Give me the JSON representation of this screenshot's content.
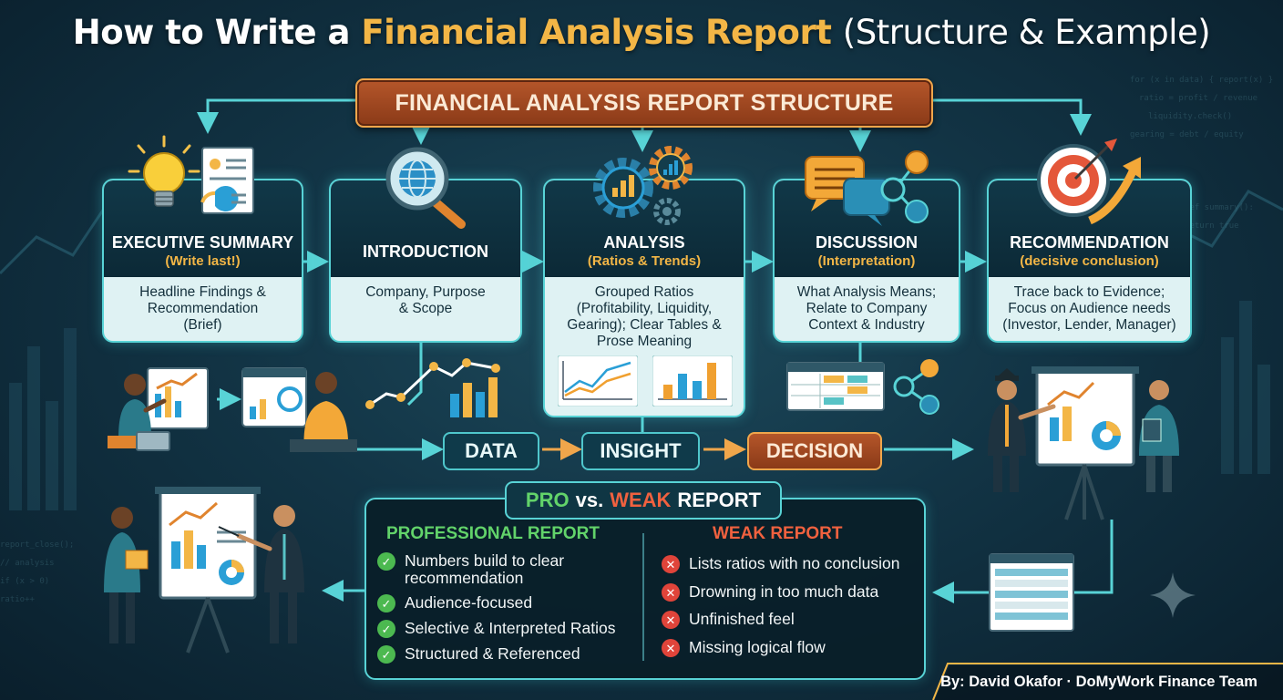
{
  "title": {
    "prefix": "How to Write a",
    "accent": "Financial Analysis Report",
    "suffix": "(Structure & Example)"
  },
  "banner": "FINANCIAL ANALYSIS REPORT STRUCTURE",
  "sections": [
    {
      "title": "EXECUTIVE SUMMARY",
      "subtitle": "(Write last!)",
      "body": [
        "Headline Findings &",
        "Recommendation",
        "(Brief)"
      ],
      "icons": [
        "lightbulb-icon",
        "document-icon"
      ]
    },
    {
      "title": "INTRODUCTION",
      "subtitle": "",
      "body": [
        "Company, Purpose",
        "& Scope"
      ],
      "icons": [
        "globe-magnifier-icon"
      ]
    },
    {
      "title": "ANALYSIS",
      "subtitle": "(Ratios & Trends)",
      "body": [
        "Grouped Ratios",
        "(Profitability, Liquidity,",
        "Gearing); Clear Tables &",
        "Prose Meaning"
      ],
      "icons": [
        "gears-chart-icon",
        "line-chart-icon",
        "bar-chart-icon"
      ]
    },
    {
      "title": "DISCUSSION",
      "subtitle": "(Interpretation)",
      "body": [
        "What Analysis Means;",
        "Relate to Company",
        "Context & Industry"
      ],
      "icons": [
        "speech-bubbles-icon",
        "network-icon"
      ]
    },
    {
      "title": "RECOMMENDATION",
      "subtitle": "(decisive conclusion)",
      "body": [
        "Trace back to Evidence;",
        "Focus on Audience needs",
        "(Investor, Lender, Manager)"
      ],
      "icons": [
        "target-arrow-icon"
      ]
    }
  ],
  "flow": [
    "DATA",
    "INSIGHT",
    "DECISION"
  ],
  "comparison": {
    "title_pro": "PRO",
    "title_vs": "vs.",
    "title_weak": "WEAK",
    "title_report": "REPORT",
    "professional": {
      "heading": "PROFESSIONAL REPORT",
      "items": [
        [
          "Numbers build to clear",
          "recommendation"
        ],
        [
          "Audience-focused"
        ],
        [
          "Selective & Interpreted Ratios"
        ],
        [
          "Structured & Referenced"
        ]
      ]
    },
    "weak": {
      "heading": "WEAK REPORT",
      "items": [
        "Lists ratios with no conclusion",
        "Drowning in too much data",
        "Unfinished feel",
        "Missing logical flow"
      ]
    }
  },
  "byline": "By: David Okafor · DoMyWork Finance Team",
  "colors": {
    "background": "#123445",
    "accent_gold": "#f3b646",
    "teal": "#58d3d6",
    "orange": "#b5562a",
    "green": "#62d36a",
    "red": "#e0443a"
  }
}
